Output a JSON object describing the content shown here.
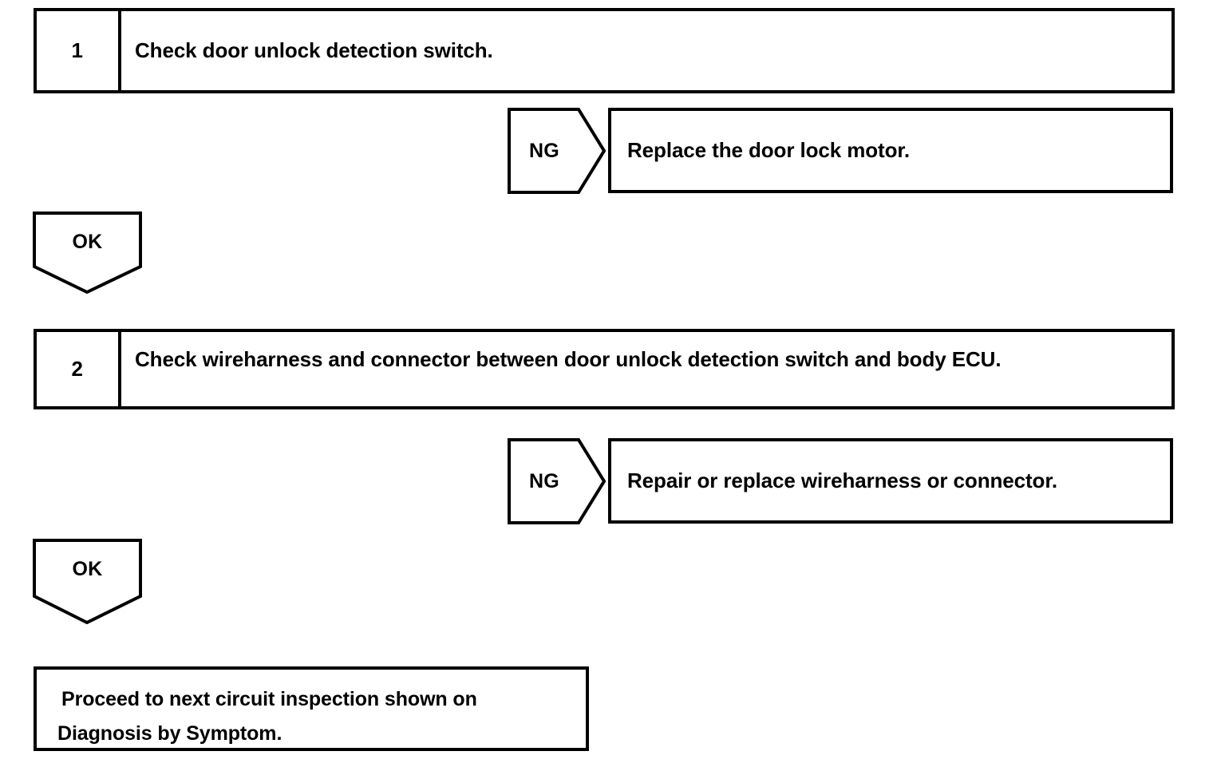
{
  "diagram": {
    "type": "troubleshooting-flowchart",
    "ink_color": "#000000",
    "background_color": "#ffffff",
    "steps": [
      {
        "number": "1",
        "instruction": "Check door unlock detection switch.",
        "ng_label": "NG",
        "ng_result": "Replace the door lock motor.",
        "ok_label": "OK"
      },
      {
        "number": "2",
        "instruction": "Check wireharness and connector between door unlock detection switch and body ECU.",
        "ng_label": "NG",
        "ng_result": "Repair or replace wireharness or connector.",
        "ok_label": "OK"
      }
    ],
    "final": {
      "line1": "Proceed to next circuit inspection shown on",
      "line2": "Diagnosis by Symptom."
    }
  }
}
